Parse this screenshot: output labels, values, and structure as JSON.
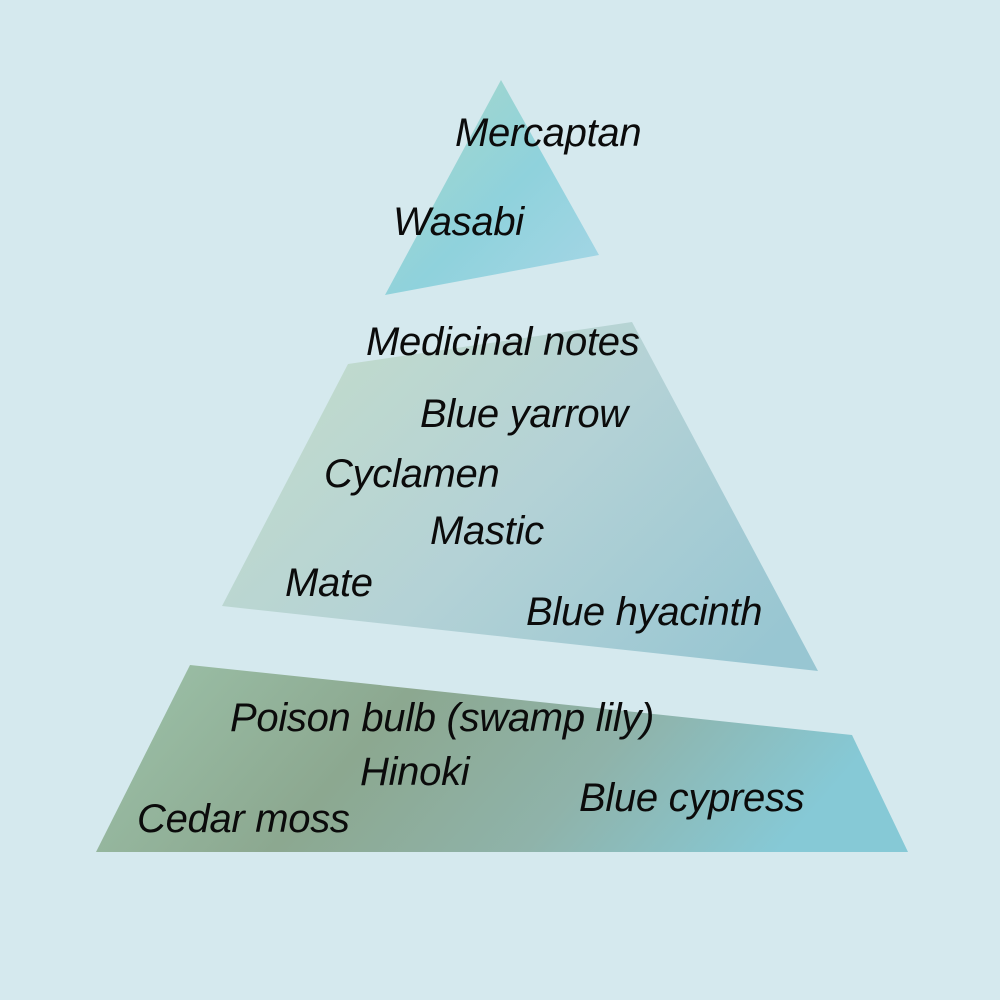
{
  "colors": {
    "background": "#d5e9ee",
    "text": "#0b0b0b",
    "top_gradient": [
      "#a9d8c8",
      "#8fd2dc",
      "#a6d6e6"
    ],
    "middle_gradient": [
      "#c3dccb",
      "#b4d2d6",
      "#98c6d2"
    ],
    "base_gradient": [
      "#9dc3aa",
      "#8ca890",
      "#86c9d6"
    ]
  },
  "tiers": [
    {
      "name": "top",
      "notes": [
        {
          "label": "Mercaptan"
        },
        {
          "label": "Wasabi"
        }
      ]
    },
    {
      "name": "middle",
      "notes": [
        {
          "label": "Medicinal notes"
        },
        {
          "label": "Blue yarrow"
        },
        {
          "label": "Cyclamen"
        },
        {
          "label": "Mastic"
        },
        {
          "label": "Mate"
        },
        {
          "label": "Blue hyacinth"
        }
      ]
    },
    {
      "name": "base",
      "notes": [
        {
          "label": "Poison bulb (swamp lily)"
        },
        {
          "label": "Hinoki"
        },
        {
          "label": "Blue cypress"
        },
        {
          "label": "Cedar moss"
        }
      ]
    }
  ]
}
